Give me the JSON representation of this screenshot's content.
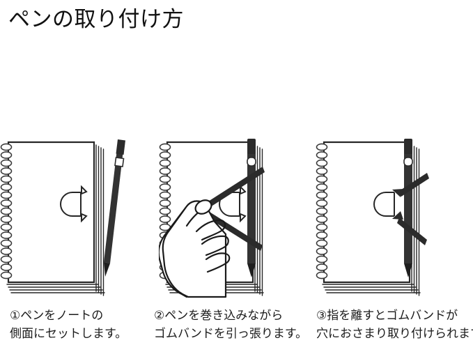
{
  "page": {
    "title": "ペンの取り付け方",
    "background_color": "#ffffff",
    "ink_color": "#1a1a1a",
    "pen_color": "#333333",
    "pen_dark_color": "#2b2b2b",
    "line_color": "#262626"
  },
  "steps": [
    {
      "number": "①",
      "caption_line_1": "①ペンをノートの",
      "caption_line_2": "側面にセットします。",
      "illustration": "notebook-with-pen-beside"
    },
    {
      "number": "②",
      "caption_line_1": "②ペンを巻き込みながら",
      "caption_line_2": "ゴムバンドを引っ張ります。",
      "illustration": "hand-pulling-elastic-band"
    },
    {
      "number": "③",
      "caption_line_1": "③指を離すとゴムバンドが",
      "caption_line_2": "穴におさまり取り付けられます。",
      "illustration": "band-settled-holding-pen"
    }
  ]
}
